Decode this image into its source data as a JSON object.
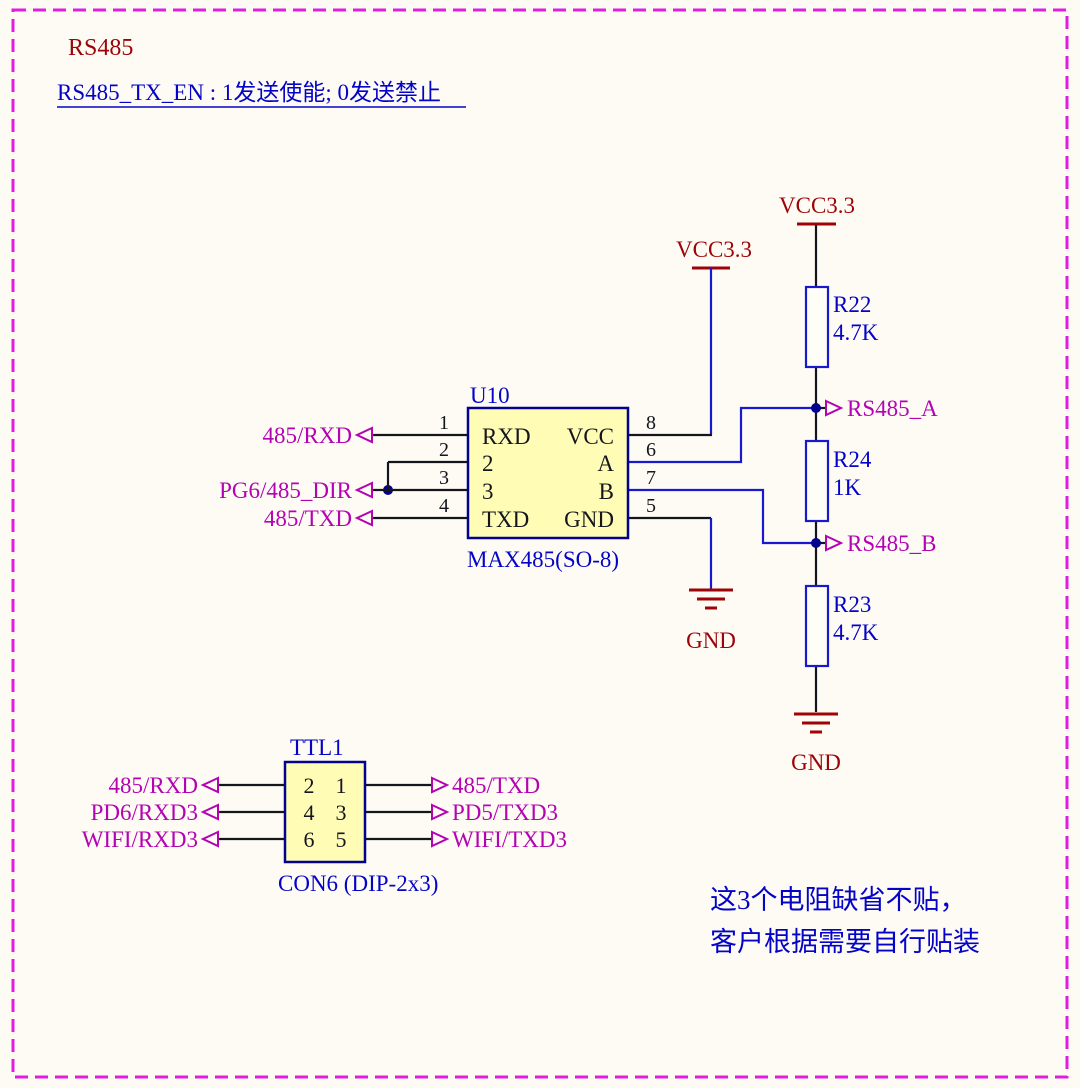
{
  "header": {
    "title": "RS485",
    "subtitle": "RS485_TX_EN : 1发送使能; 0发送禁止"
  },
  "colors": {
    "border": "#e01ee0",
    "background": "#fdfbf4",
    "power_red": "#9c0407",
    "wire_blue": "#1818cf",
    "text_blue": "#0404c8",
    "net_purple": "#b303b3",
    "component_fill": "#fffcb6"
  },
  "power": {
    "vcc": "VCC3.3",
    "gnd": "GND"
  },
  "ic": {
    "refdes": "U10",
    "part": "MAX485(SO-8)",
    "pins": {
      "left": [
        {
          "num": "1",
          "name": "RXD"
        },
        {
          "num": "2",
          "name": "2"
        },
        {
          "num": "3",
          "name": "3"
        },
        {
          "num": "4",
          "name": "TXD"
        }
      ],
      "right": [
        {
          "num": "8",
          "name": "VCC"
        },
        {
          "num": "6",
          "name": "A"
        },
        {
          "num": "7",
          "name": "B"
        },
        {
          "num": "5",
          "name": "GND"
        }
      ]
    }
  },
  "nets": {
    "rxd": "485/RXD",
    "dir": "PG6/485_DIR",
    "txd": "485/TXD",
    "a": "RS485_A",
    "b": "RS485_B"
  },
  "resistors": [
    {
      "refdes": "R22",
      "value": "4.7K"
    },
    {
      "refdes": "R24",
      "value": "1K"
    },
    {
      "refdes": "R23",
      "value": "4.7K"
    }
  ],
  "connector": {
    "refdes": "TTL1",
    "part": "CON6 (DIP-2x3)",
    "pins": [
      [
        "2",
        "1"
      ],
      [
        "4",
        "3"
      ],
      [
        "6",
        "5"
      ]
    ],
    "left_nets": [
      "485/RXD",
      "PD6/RXD3",
      "WIFI/RXD3"
    ],
    "right_nets": [
      "485/TXD",
      "PD5/TXD3",
      "WIFI/TXD3"
    ]
  },
  "note": {
    "line1": "这3个电阻缺省不贴，",
    "line2": "客户根据需要自行贴装"
  }
}
